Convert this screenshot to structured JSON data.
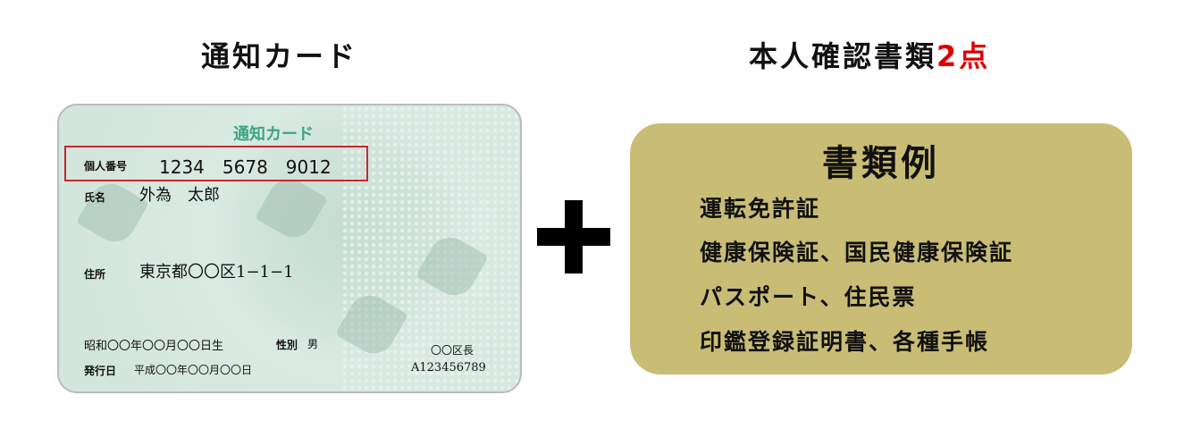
{
  "left_heading": "通知カード",
  "right_heading": {
    "text": "本人確認書類",
    "highlight": "2点"
  },
  "card": {
    "title": "通知カード",
    "number_label": "個人番号",
    "number": "1234　5678　9012",
    "name_label": "氏名",
    "name": "外為　太郎",
    "address_label": "住所",
    "address": "東京都〇〇区1−1−1",
    "birth": "昭和〇〇年〇〇月〇〇日生",
    "sex_label": "性別",
    "sex": "男",
    "issue_label": "発行日",
    "issue_date": "平成〇〇年〇〇月〇〇日",
    "issuer": "〇〇区長",
    "serial": "A123456789"
  },
  "plus_icon": "plus-icon",
  "examples": {
    "title": "書類例",
    "items": [
      "運転免許証",
      "健康保険証、国民健康保険証",
      "パスポート、住民票",
      "印鑑登録証明書、各種手帳"
    ]
  },
  "colors": {
    "highlight": "#e00000",
    "box": "#c9bd76",
    "card_title": "#3aa585",
    "number_box": "#c8282c"
  }
}
